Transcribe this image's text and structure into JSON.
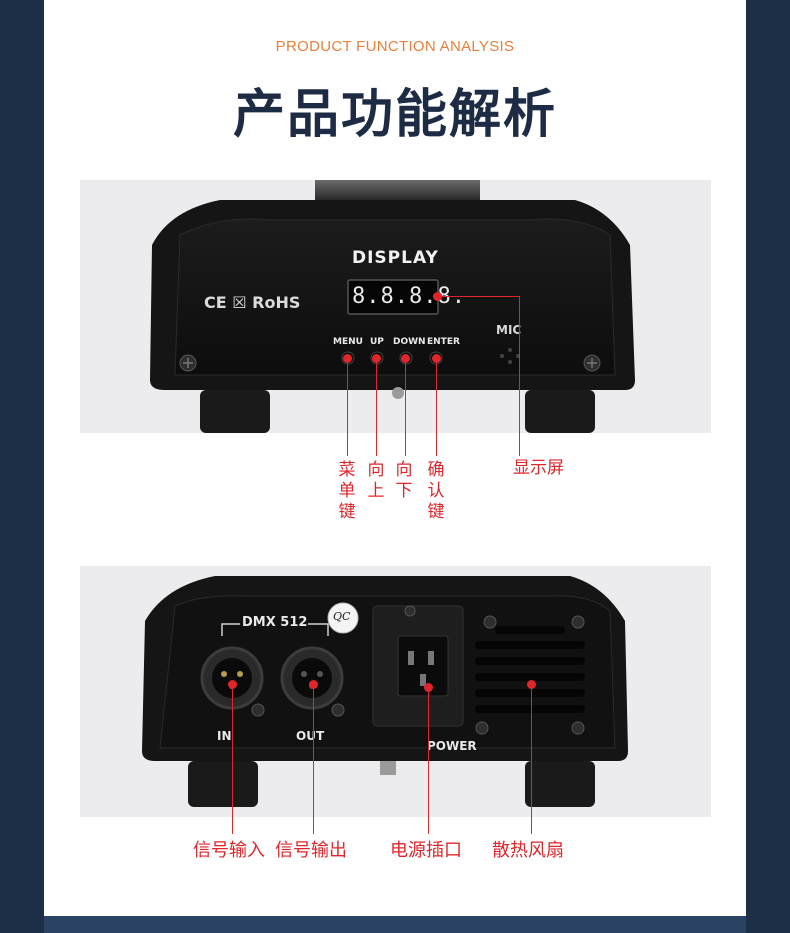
{
  "colors": {
    "frame": "#1c2f47",
    "subtitle": "#e8803c",
    "title": "#1e2b44",
    "annotation": "#e0262b"
  },
  "header": {
    "subtitle": "PRODUCT FUNCTION ANALYSIS",
    "title": "产品功能解析"
  },
  "front_panel": {
    "display_label": "DISPLAY",
    "display_digits": "8.8.8.8.",
    "cert_marks": "CE ☒ RoHS",
    "mic_label": "MIC",
    "buttons": [
      "MENU",
      "UP",
      "DOWN",
      "ENTER"
    ],
    "callouts": {
      "menu": "菜单键",
      "up": "向上",
      "down": "向下",
      "enter": "确认键",
      "display": "显示屏"
    }
  },
  "rear_panel": {
    "dmx_label": "DMX 512",
    "qc_label": "QC",
    "in_label": "IN",
    "out_label": "OUT",
    "power_label": "POWER",
    "callouts": {
      "signal_in": "信号输入",
      "signal_out": "信号输出",
      "power_socket": "电源插口",
      "fan": "散热风扇"
    }
  }
}
